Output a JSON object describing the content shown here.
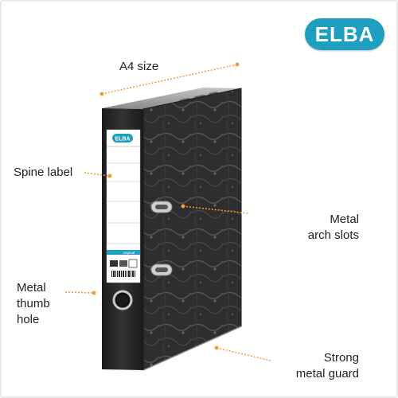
{
  "brand": {
    "logo_text": "ELBA",
    "logo_color": "#1f9fbf"
  },
  "spine": {
    "logo_text": "ELBA",
    "tag_text": "original"
  },
  "colors": {
    "callout_line": "#f39c34",
    "cover": "#2c2c2c",
    "page_edge": "#9a9a9a"
  },
  "callouts": {
    "a4_size": "A4 size",
    "spine_label": "Spine label",
    "metal_arch_slots": [
      "Metal",
      "arch slots"
    ],
    "metal_thumb_hole": [
      "Metal",
      "thumb",
      "hole"
    ],
    "strong_metal_guard": [
      "Strong",
      "metal guard"
    ]
  }
}
